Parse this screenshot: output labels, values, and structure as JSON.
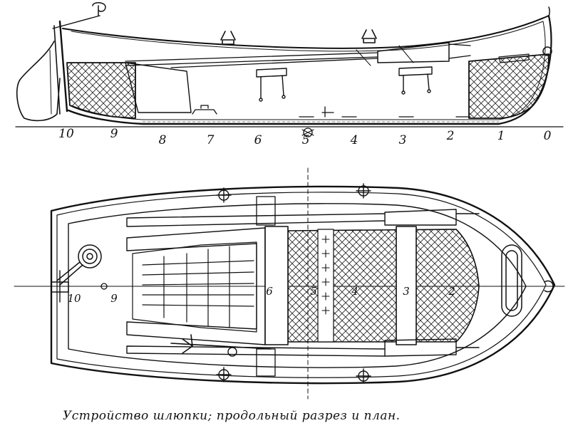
{
  "section": {
    "stations": [
      "10",
      "9",
      "8",
      "7",
      "6",
      "5",
      "4",
      "3",
      "2",
      "1",
      "0"
    ]
  },
  "plan": {
    "stations": [
      "10",
      "9",
      "6",
      "5",
      "4",
      "3",
      "2"
    ]
  },
  "caption": "Устройство шлюпки; продольный разрез и план."
}
